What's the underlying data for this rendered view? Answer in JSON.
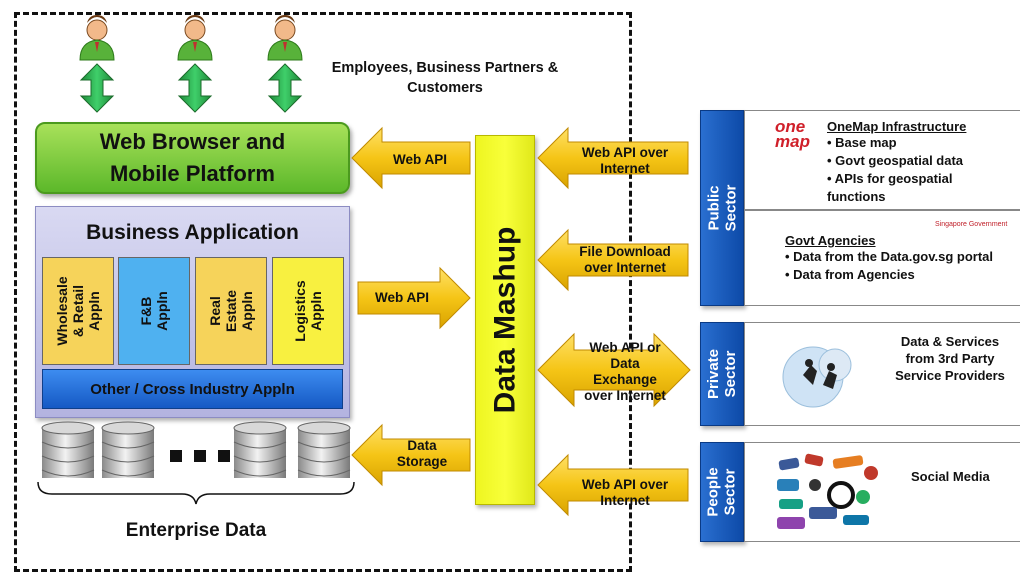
{
  "users_caption": "Employees, Business Partners &\nCustomers",
  "web_browser": "Web Browser and\nMobile Platform",
  "business_application": {
    "title": "Business Application",
    "apps": [
      "Wholesale\n& Retail\nAppln",
      "F&B Appln",
      "Real Estate\nAppln",
      "Logistics\nAppln"
    ],
    "app_colors": [
      "#f6d35a",
      "#4fb1f0",
      "#f6d35a",
      "#f8f040"
    ],
    "cross_industry": "Other / Cross Industry Appln"
  },
  "enterprise_data": "Enterprise Data",
  "data_mashup": "Data Mashup",
  "arrows": {
    "web_api_top": "Web API",
    "web_api_mid": "Web API",
    "data_storage": "Data\nStorage",
    "public_api": "Web API over\nInternet",
    "file_download": "File Download\nover Internet",
    "private_exchange": "Web API or\nData\nExchange\nover Internet",
    "people_api": "Web API over\nInternet"
  },
  "sectors": {
    "public": "Public Sector",
    "private": "Private\nSector",
    "people": "People\nSector"
  },
  "onemap": {
    "logo_text": "one\nmap",
    "title": "OneMap Infrastructure",
    "bullets": [
      "• Base map",
      "• Govt geospatial  data",
      "• APIs for geospatial",
      "functions"
    ]
  },
  "govt_agencies": {
    "logo_text": "Singapore Government",
    "title": "Govt Agencies",
    "bullets": [
      "• Data from the Data.gov.sg portal",
      "• Data from Agencies"
    ]
  },
  "private_panel": "Data & Services\nfrom 3rd Party\nService Providers",
  "people_panel": "Social Media",
  "colors": {
    "green": "#5cb82a",
    "blue": "#1559c4",
    "yellow": "#f8ff3a",
    "arrow_yellow": "#f5c516",
    "sector_blue": "#0d4aa8"
  }
}
